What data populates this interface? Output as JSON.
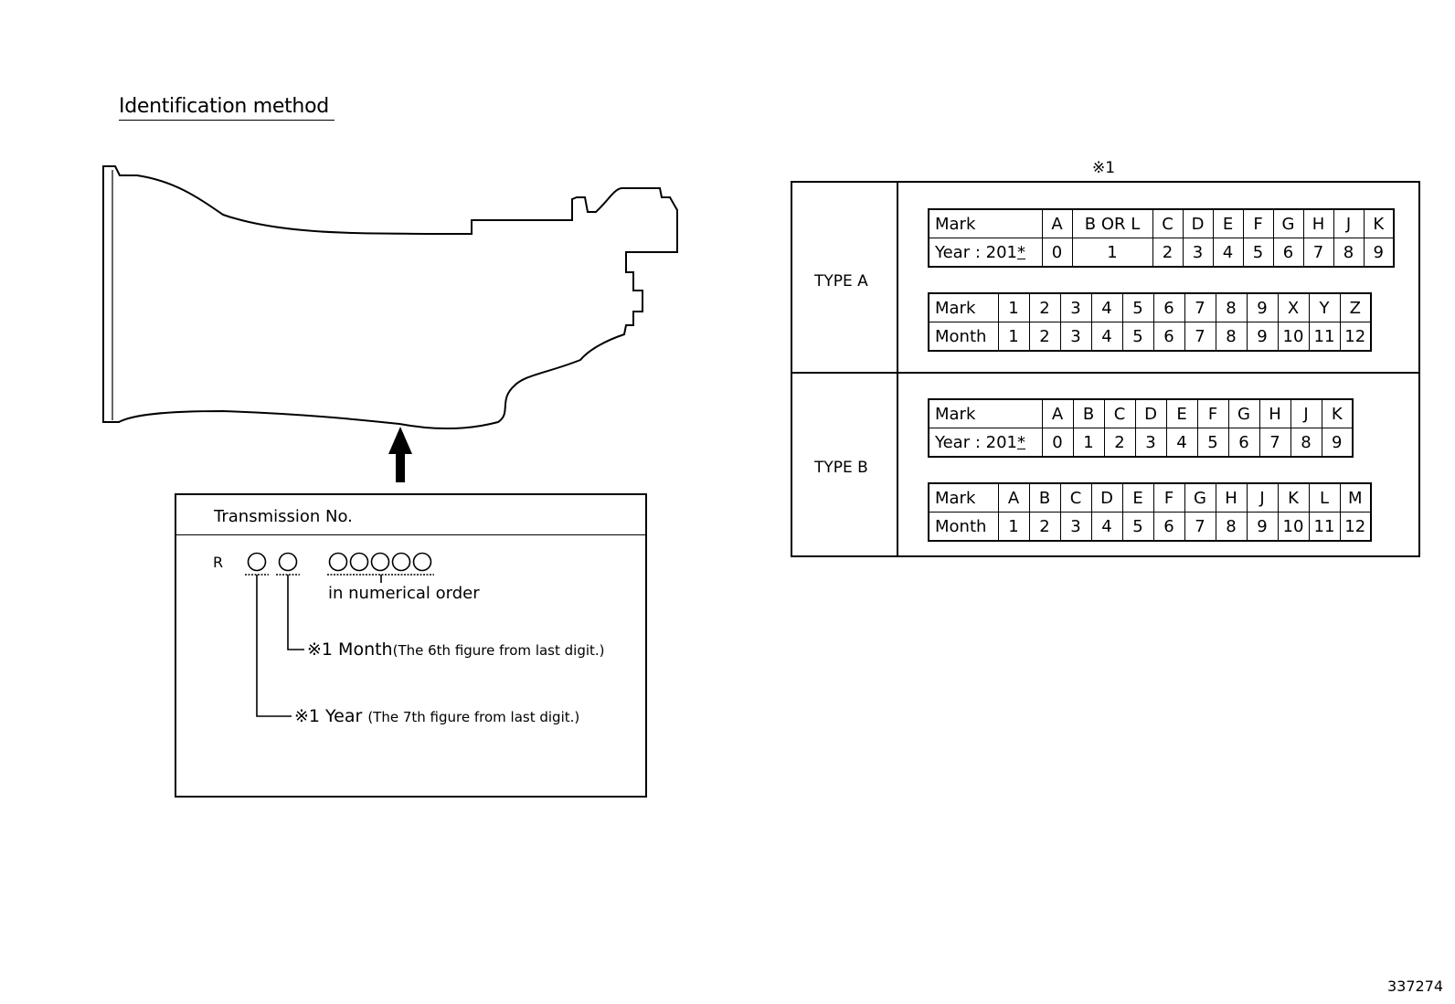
{
  "title": "Identification method",
  "transmission_no": {
    "header": "Transmission No.",
    "prefix": "R",
    "in_numerical_order": "in numerical order",
    "month_note": "※1 Month",
    "month_detail": "(The 6th figure from last digit.)",
    "year_note": "※1 Year",
    "year_detail": "(The 7th figure from last digit.)"
  },
  "table_note": "※1",
  "type_a": {
    "label": "TYPE A",
    "year_table": {
      "row1_header": "Mark",
      "row2_header_prefix": "Year : 201",
      "row2_header_suffix": "*",
      "marks": [
        "A",
        "B OR L",
        "C",
        "D",
        "E",
        "F",
        "G",
        "H",
        "J",
        "K"
      ],
      "years": [
        "0",
        "1",
        "2",
        "3",
        "4",
        "5",
        "6",
        "7",
        "8",
        "9"
      ]
    },
    "month_table": {
      "row1_header": "Mark",
      "row2_header": "Month",
      "marks": [
        "1",
        "2",
        "3",
        "4",
        "5",
        "6",
        "7",
        "8",
        "9",
        "X",
        "Y",
        "Z"
      ],
      "months": [
        "1",
        "2",
        "3",
        "4",
        "5",
        "6",
        "7",
        "8",
        "9",
        "10",
        "11",
        "12"
      ]
    }
  },
  "type_b": {
    "label": "TYPE B",
    "year_table": {
      "row1_header": "Mark",
      "row2_header_prefix": "Year : 201",
      "row2_header_suffix": "*",
      "marks": [
        "A",
        "B",
        "C",
        "D",
        "E",
        "F",
        "G",
        "H",
        "J",
        "K"
      ],
      "years": [
        "0",
        "1",
        "2",
        "3",
        "4",
        "5",
        "6",
        "7",
        "8",
        "9"
      ]
    },
    "month_table": {
      "row1_header": "Mark",
      "row2_header": "Month",
      "marks": [
        "A",
        "B",
        "C",
        "D",
        "E",
        "F",
        "G",
        "H",
        "J",
        "K",
        "L",
        "M"
      ],
      "months": [
        "1",
        "2",
        "3",
        "4",
        "5",
        "6",
        "7",
        "8",
        "9",
        "10",
        "11",
        "12"
      ]
    }
  },
  "figure_number": "337274"
}
